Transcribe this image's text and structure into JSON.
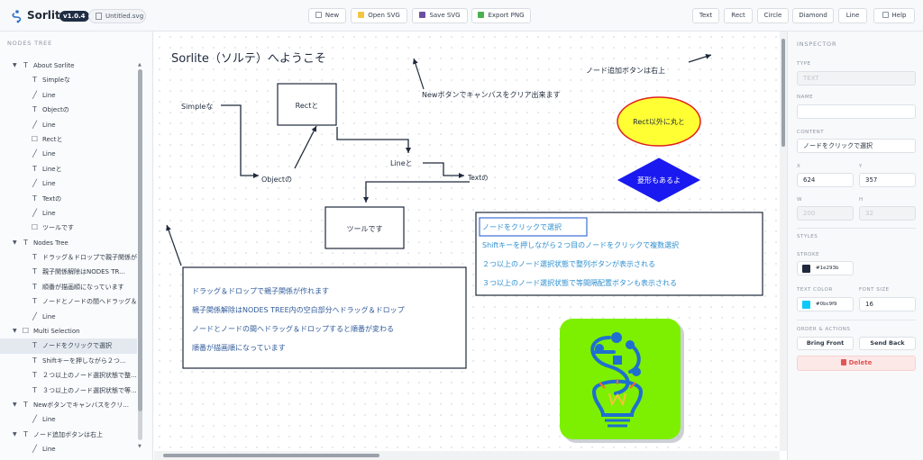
{
  "header": {
    "app_title": "Sorlite",
    "version": "v1.0.4",
    "file_name": "Untitled.svg",
    "buttons": {
      "new": "New",
      "open_svg": "Open SVG",
      "save_svg": "Save SVG",
      "export_png": "Export PNG",
      "text": "Text",
      "rect": "Rect",
      "circle": "Circle",
      "diamond": "Diamond",
      "line": "Line",
      "help": "Help"
    }
  },
  "tree": {
    "title": "NODES TREE",
    "items": [
      {
        "label": "About Sorlite",
        "icon": "text-icon",
        "level": 0,
        "group": true
      },
      {
        "label": "Simpleな",
        "icon": "text-icon",
        "level": 1
      },
      {
        "label": "Line",
        "icon": "line-icon",
        "level": 1
      },
      {
        "label": "Objectの",
        "icon": "text-icon",
        "level": 1
      },
      {
        "label": "Line",
        "icon": "line-icon",
        "level": 1
      },
      {
        "label": "Rectと",
        "icon": "rect-icon",
        "level": 1
      },
      {
        "label": "Line",
        "icon": "line-icon",
        "level": 1
      },
      {
        "label": "Lineと",
        "icon": "text-icon",
        "level": 1
      },
      {
        "label": "Line",
        "icon": "line-icon",
        "level": 1
      },
      {
        "label": "Textの",
        "icon": "text-icon",
        "level": 1
      },
      {
        "label": "Line",
        "icon": "line-icon",
        "level": 1
      },
      {
        "label": "ツールです",
        "icon": "rect-icon",
        "level": 1
      },
      {
        "label": "Nodes Tree",
        "icon": "text-icon",
        "level": 0,
        "group": true
      },
      {
        "label": "ドラッグ＆ドロップで親子関係が...",
        "icon": "text-icon",
        "level": 1
      },
      {
        "label": "親子関係解除はNODES TR...",
        "icon": "text-icon",
        "level": 1
      },
      {
        "label": "順番が描画順になっています",
        "icon": "text-icon",
        "level": 1
      },
      {
        "label": "ノードとノードの間へドラッグ＆...",
        "icon": "text-icon",
        "level": 1
      },
      {
        "label": "Line",
        "icon": "line-icon",
        "level": 1
      },
      {
        "label": "Multi Selection",
        "icon": "rect-icon",
        "level": 0,
        "group": true
      },
      {
        "label": "ノードをクリックで選択",
        "icon": "text-icon",
        "level": 1,
        "selected": true
      },
      {
        "label": "Shiftキーを押しながら２つ...",
        "icon": "text-icon",
        "level": 1
      },
      {
        "label": "２つ以上のノード選択状態で整...",
        "icon": "text-icon",
        "level": 1
      },
      {
        "label": "３つ以上のノード選択状態で等...",
        "icon": "text-icon",
        "level": 1
      },
      {
        "label": "Newボタンでキャンバスをクリ...",
        "icon": "text-icon",
        "level": 0,
        "group": true
      },
      {
        "label": "Line",
        "icon": "line-icon",
        "level": 1
      },
      {
        "label": "ノード追加ボタンは右上",
        "icon": "text-icon",
        "level": 0,
        "group": true
      },
      {
        "label": "Line",
        "icon": "line-icon",
        "level": 1
      }
    ]
  },
  "canvas": {
    "title": "Sorlite（ソルテ）へようこそ",
    "simple": "Simpleな",
    "object": "Objectの",
    "rect": "Rectと",
    "line": "Lineと",
    "text": "Textの",
    "tool": "ツールです",
    "new_hint": "Newボタンでキャンバスをクリア出来ます",
    "add_hint": "ノード追加ボタンは右上",
    "circle": "Rect以外に丸と",
    "diamond": "菱形もあるよ",
    "nodes_box": [
      "ドラッグ＆ドロップで親子関係が作れます",
      "親子関係解除はNODES TREE内の空白部分へドラッグ＆ドロップ",
      "ノードとノードの間へドラッグ＆ドロップすると順番が変わる",
      "順番が描画順になっています"
    ],
    "multi_box": [
      "ノードをクリックで選択",
      "Shiftキーを押しながら２つ目のノードをクリックで複数選択",
      "２つ以上のノード選択状態で整列ボタンが表示される",
      "３つ以上のノード選択状態で等間隔配置ボタンも表示される"
    ],
    "colors": {
      "circle_fill": "#ffff33",
      "circle_stroke": "#e02020",
      "diamond_fill": "#1a1af0",
      "logo_bg": "#7cf000",
      "multi_text": "#2f8fd0",
      "nodes_text": "#2f5a9a"
    }
  },
  "inspector": {
    "title": "INSPECTOR",
    "type_label": "TYPE",
    "type_value": "TEXT",
    "name_label": "NAME",
    "name_value": "",
    "content_label": "CONTENT",
    "content_value": "ノードをクリックで選択",
    "x_label": "X",
    "x_value": "624",
    "y_label": "Y",
    "y_value": "357",
    "w_label": "W",
    "w_value": "200",
    "h_label": "H",
    "h_value": "32",
    "styles_label": "STYLES",
    "stroke_label": "STROKE",
    "stroke_value": "#1e293b",
    "text_color_label": "TEXT COLOR",
    "text_color_value": "#0bc9f9",
    "font_size_label": "FONT SIZE",
    "font_size_value": "16",
    "order_label": "ORDER & ACTIONS",
    "bring_front": "Bring Front",
    "send_back": "Send Back",
    "delete": "Delete"
  }
}
